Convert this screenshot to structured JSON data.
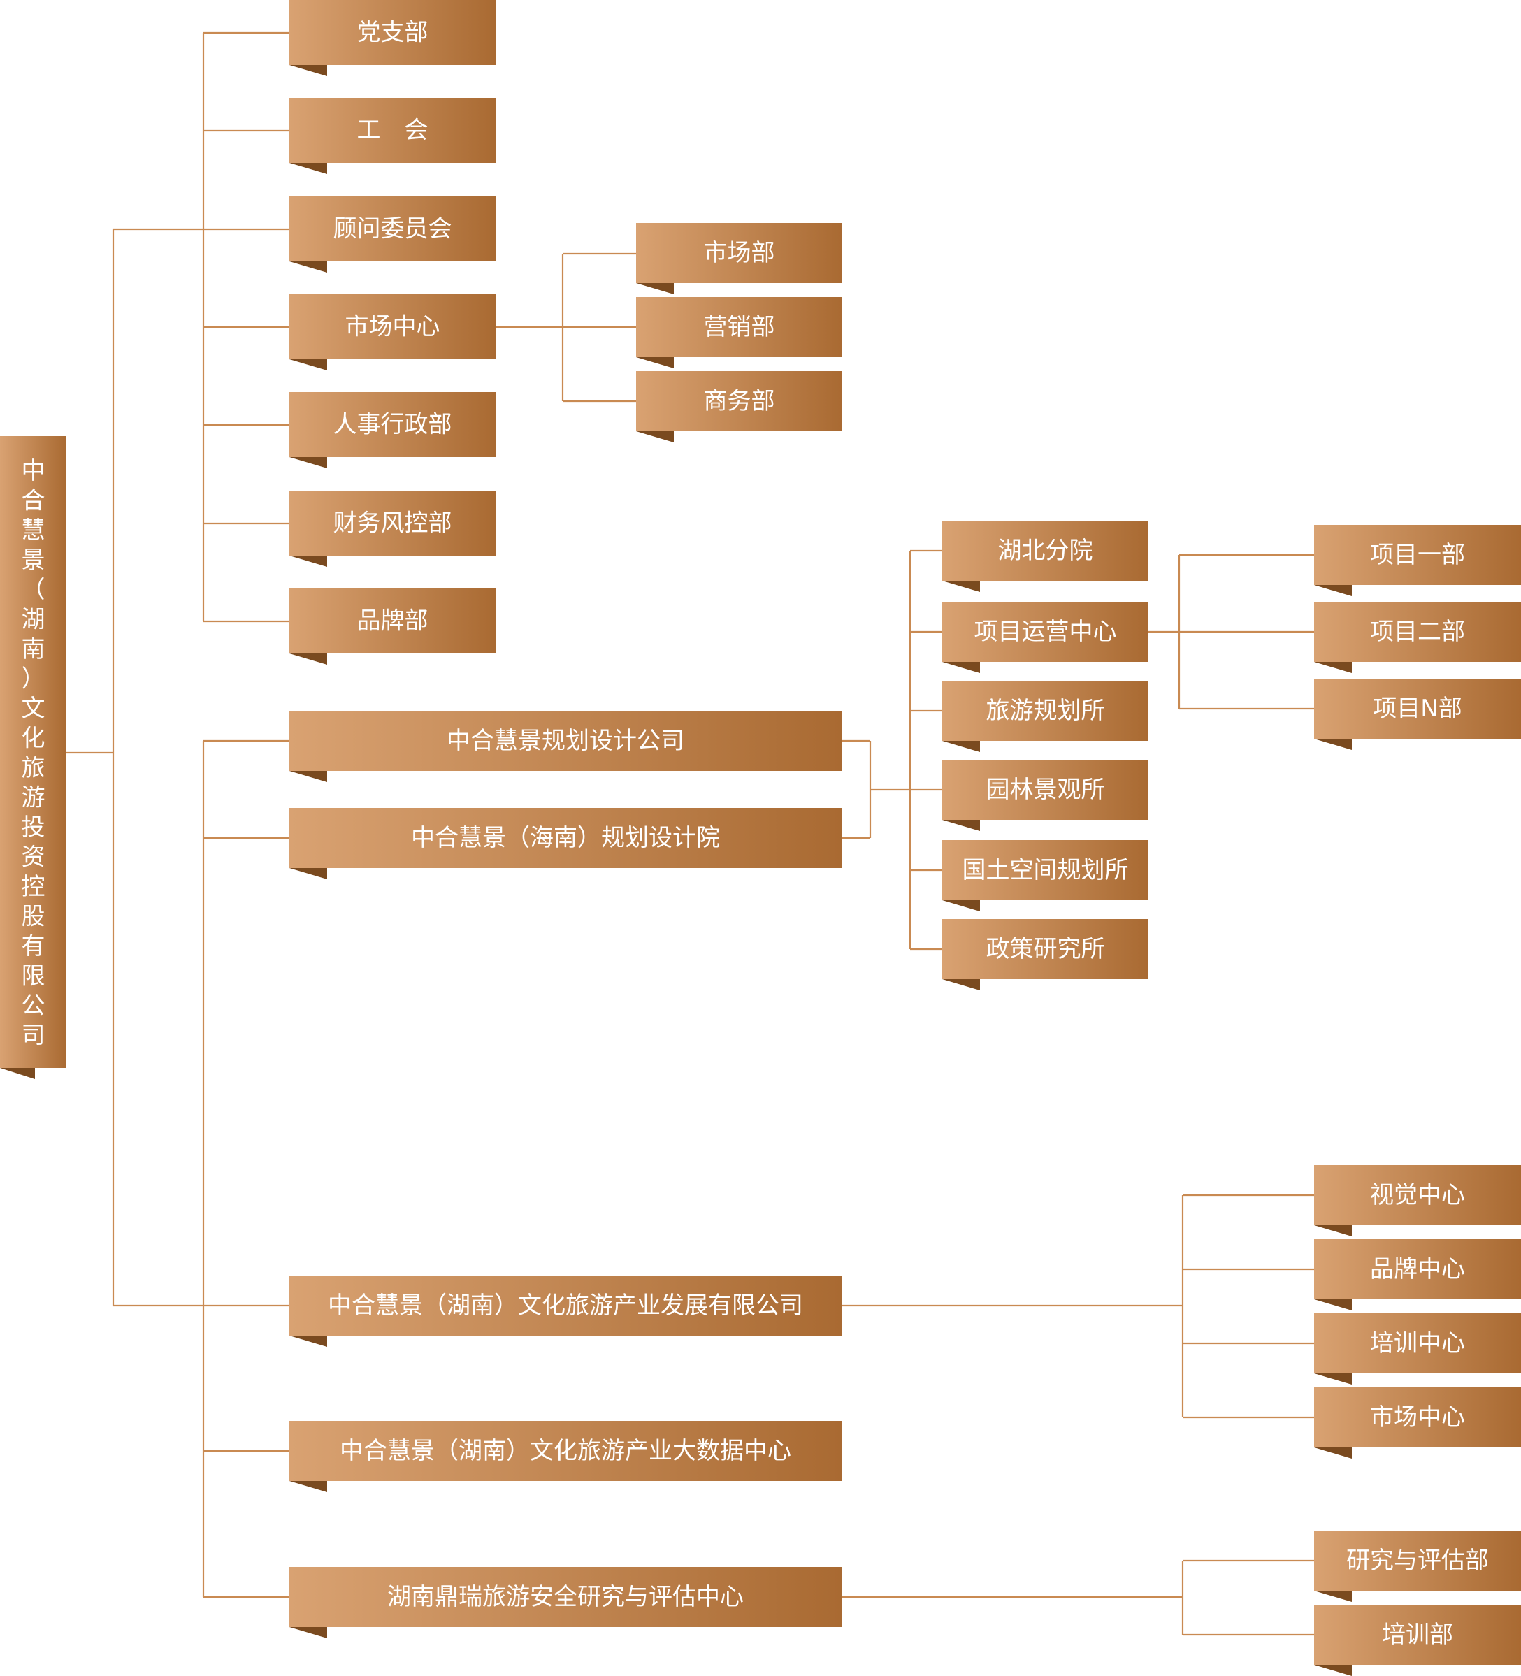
{
  "root": {
    "label": "中合慧景（湖南）文化旅游投资控股有限公司"
  },
  "departments": [
    {
      "label": "党支部"
    },
    {
      "label": "工　会"
    },
    {
      "label": "顾问委员会"
    },
    {
      "label": "市场中心"
    },
    {
      "label": "人事行政部"
    },
    {
      "label": "财务风控部"
    },
    {
      "label": "品牌部"
    }
  ],
  "market_center_children": [
    {
      "label": "市场部"
    },
    {
      "label": "营销部"
    },
    {
      "label": "商务部"
    }
  ],
  "design_companies": [
    {
      "label": "中合慧景规划设计公司"
    },
    {
      "label": "中合慧景（海南）规划设计院"
    }
  ],
  "design_institutes": [
    {
      "label": "湖北分院"
    },
    {
      "label": "项目运营中心"
    },
    {
      "label": "旅游规划所"
    },
    {
      "label": "园林景观所"
    },
    {
      "label": "国土空间规划所"
    },
    {
      "label": "政策研究所"
    }
  ],
  "project_departments": [
    {
      "label": "项目一部"
    },
    {
      "label": "项目二部"
    },
    {
      "label": "项目N部"
    }
  ],
  "subsidiaries": [
    {
      "label": "中合慧景（湖南）文化旅游产业发展有限公司"
    },
    {
      "label": "中合慧景（湖南）文化旅游产业大数据中心"
    },
    {
      "label": "湖南鼎瑞旅游安全研究与评估中心"
    }
  ],
  "industry_children": [
    {
      "label": "视觉中心"
    },
    {
      "label": "品牌中心"
    },
    {
      "label": "培训中心"
    },
    {
      "label": "市场中心"
    }
  ],
  "safety_children": [
    {
      "label": "研究与评估部"
    },
    {
      "label": "培训部"
    }
  ]
}
